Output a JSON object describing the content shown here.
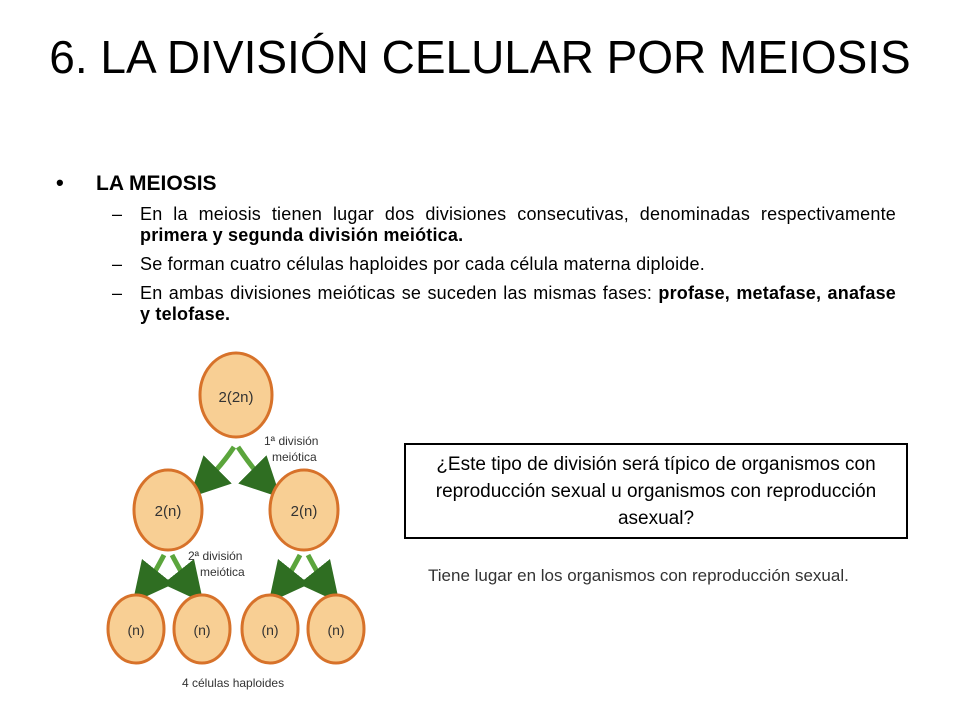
{
  "slide": {
    "title": "6. LA DIVISIÓN CELULAR POR MEIOSIS",
    "bullet": {
      "marker": "•",
      "heading": "LA MEIOSIS"
    },
    "subpoints": [
      {
        "before": "En la meiosis tienen lugar dos divisiones consecutivas, denominadas respectivamente ",
        "bold": "primera y segunda división meiótica",
        "after": "."
      },
      {
        "before": "Se forman cuatro células haploides por cada célula materna diploide.",
        "bold": "",
        "after": ""
      },
      {
        "before": "En ambas divisiones meióticas se suceden las mismas fases: ",
        "bold": "profase, metafase, anafase y telofase",
        "after": "."
      }
    ],
    "dash": "–"
  },
  "diagram": {
    "top_cell": "2(2n)",
    "first_division": [
      "1ª división",
      "meiótica"
    ],
    "middle_cells": [
      "2(n)",
      "2(n)"
    ],
    "second_division": [
      "2ª división",
      "meiótica"
    ],
    "bottom_cells": [
      "(n)",
      "(n)",
      "(n)",
      "(n)"
    ],
    "caption": "4 células haploides",
    "colors": {
      "cell_fill": "#f8cf94",
      "cell_stroke": "#d7722a",
      "arrow": "#5ba53c",
      "arrow_dark": "#2f6e22"
    }
  },
  "question": "¿Este tipo de división será típico de organismos con reproducción sexual u organismos con reproducción asexual?",
  "answer": "Tiene lugar en los organismos con reproducción sexual."
}
